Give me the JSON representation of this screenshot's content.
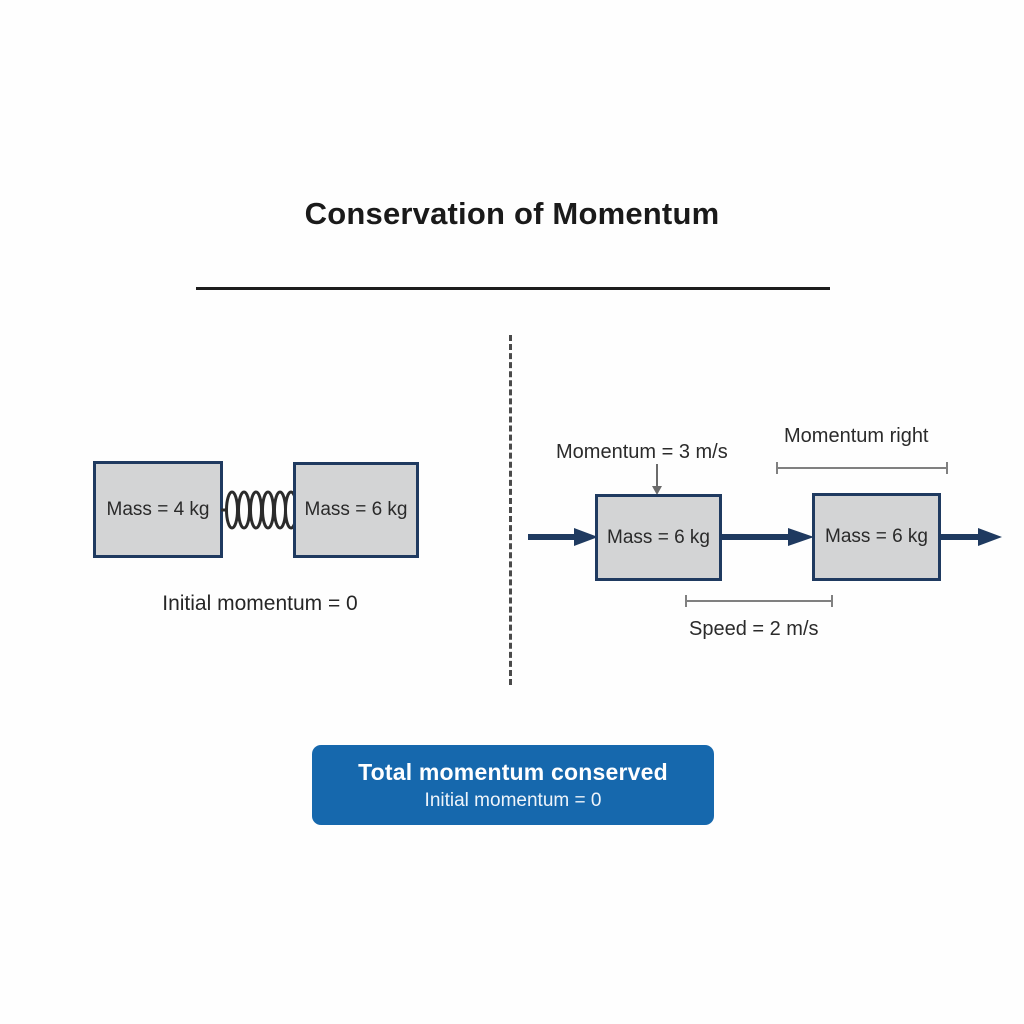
{
  "title": "Conservation of Momentum",
  "left_scene": {
    "box_a_label": "Mass = 4 kg",
    "box_b_label": "Mass = 6 kg",
    "spring_icon": "spring-coil-icon",
    "caption": "Initial momentum = 0"
  },
  "right_scene": {
    "momentum_label": "Momentum = 3 m/s",
    "momentum_right_label": "Momentum right",
    "box_a_label": "Mass = 6 kg",
    "box_b_label": "Mass = 6 kg",
    "speed_label": "Speed = 2 m/s",
    "arrow_icons": [
      "arrow-right-icon",
      "arrow-right-icon",
      "arrow-right-icon"
    ],
    "down_arrow_icon": "arrow-down-icon"
  },
  "banner": {
    "title": "Total momentum conserved",
    "subtitle": "Initial momentum = 0"
  },
  "colors": {
    "box_fill": "#d3d4d5",
    "box_border": "#1f3a60",
    "arrow": "#1f3a60",
    "banner": "#1668ad",
    "bracket": "#808080",
    "divider": "#4a4a4a",
    "background": "#fefefe"
  }
}
